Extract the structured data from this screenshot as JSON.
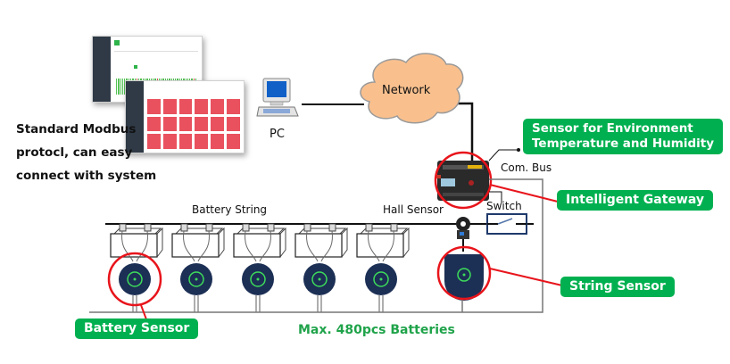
{
  "description": {
    "lines": [
      "Standard Modbus",
      "protocl, can easy",
      "connect with system"
    ]
  },
  "nodes": {
    "pc": "PC",
    "network": "Network",
    "com_bus": "Com. Bus",
    "switch": "Switch",
    "hall_sensor": "Hall Sensor",
    "battery_string": "Battery String"
  },
  "callouts": {
    "env_sensor": [
      "Sensor for Environment",
      "Temperature and Humidity"
    ],
    "gateway": "Intelligent Gateway",
    "string_sensor": "String Sensor",
    "battery_sensor": "Battery Sensor"
  },
  "footer": "Max. 480pcs Batteries",
  "battery_count_shown": 5,
  "colors": {
    "badge": "#00b050",
    "highlight_ring": "#e8141b",
    "cloud": "#f9c08e",
    "sensor": "#1c2f55",
    "sensor_ring": "#3ddc5a",
    "max_text": "#1fa34a"
  }
}
